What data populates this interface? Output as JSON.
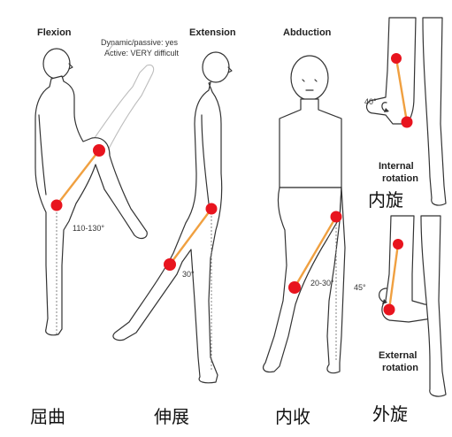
{
  "panels": {
    "flexion": {
      "title": "Flexion",
      "note_line1": "Dynamic/passive: yes",
      "note_line2": "Active: VERY difficult",
      "angle": "110-130°",
      "caption": "屈曲"
    },
    "extension": {
      "title": "Extension",
      "angle": "30°",
      "caption": "伸展"
    },
    "abduction": {
      "title": "Abduction",
      "angle": "20-30°",
      "caption": "内收"
    },
    "internal_rotation": {
      "label_line1": "Internal",
      "label_line2": "rotation",
      "angle": "40°",
      "caption": "内旋"
    },
    "external_rotation": {
      "label_line1": "External",
      "label_line2": "rotation",
      "angle": "45°",
      "caption": "外旋"
    }
  },
  "colors": {
    "joint_marker": "#e8141e",
    "axis_line": "#f0a040",
    "outline": "#333333"
  }
}
